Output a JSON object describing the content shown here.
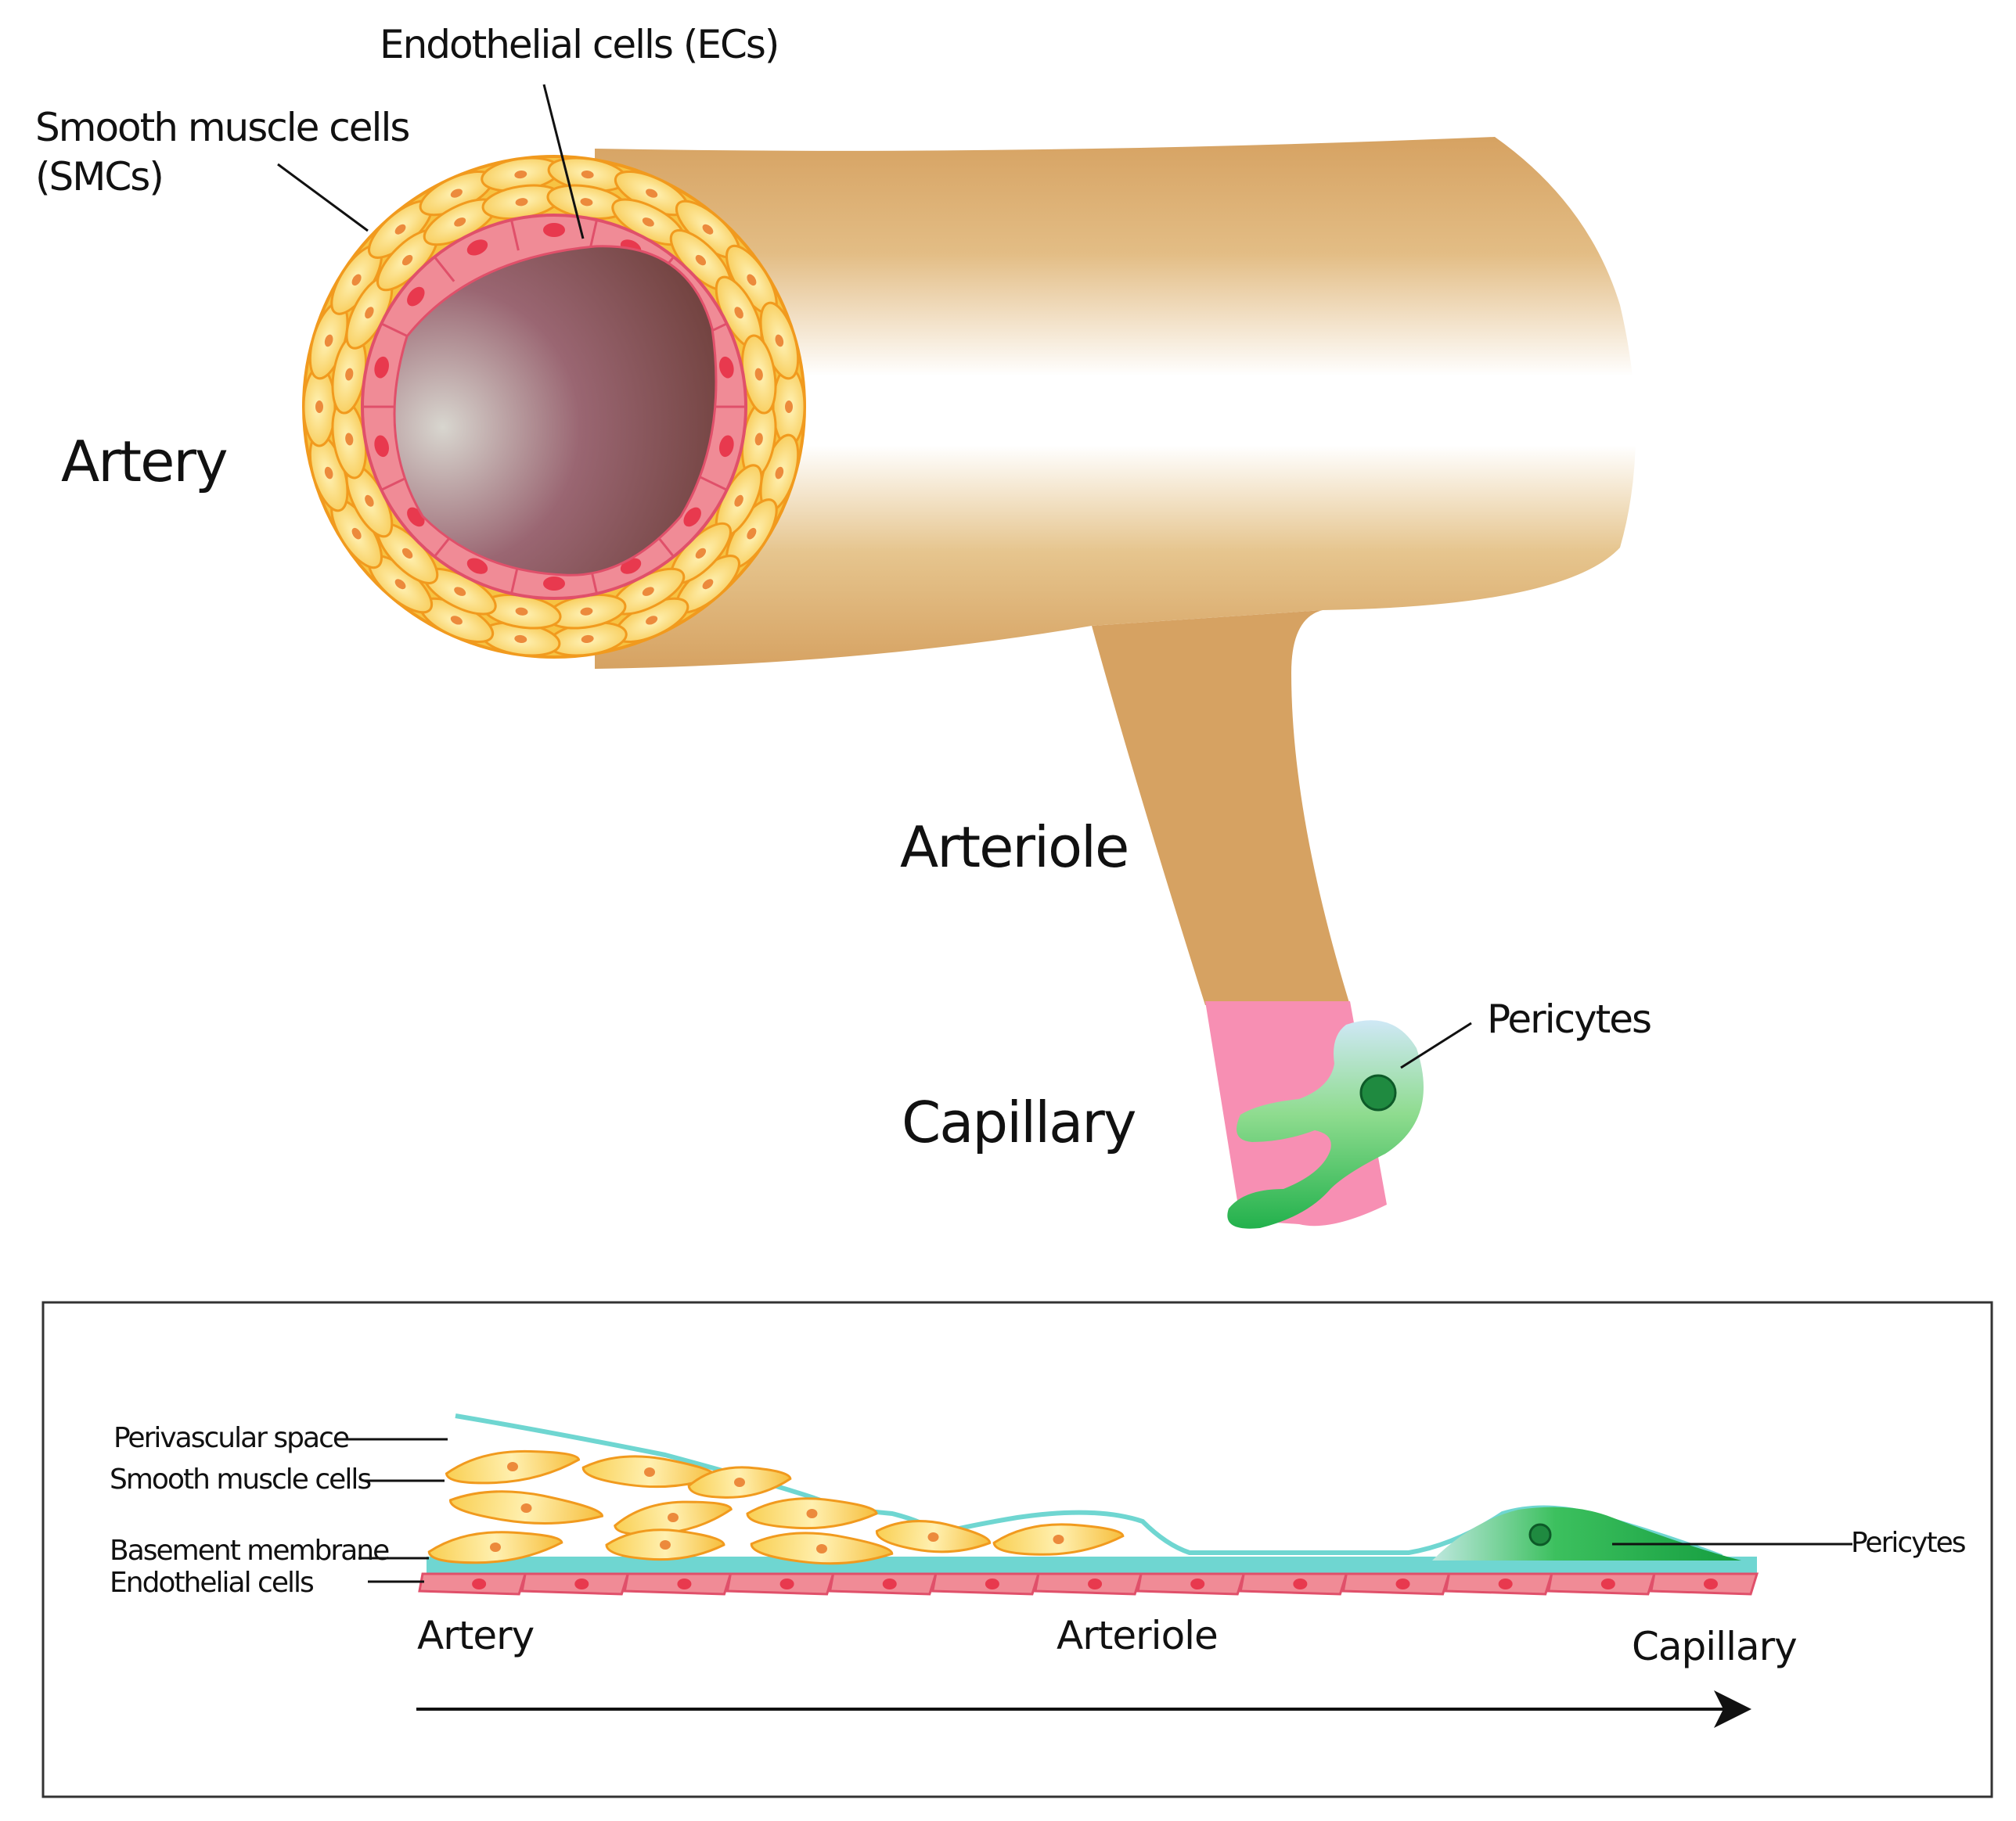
{
  "top_diagram": {
    "labels": {
      "endothelial_cells": "Endothelial cells (ECs)",
      "smc_line1": "Smooth muscle cells",
      "smc_line2": "(SMCs)",
      "artery": "Artery",
      "arteriole": "Arteriole",
      "capillary": "Capillary",
      "pericytes": "Pericytes"
    }
  },
  "bottom_panel": {
    "layer_labels": {
      "perivascular_space": "Perivascular space",
      "smooth_muscle_cells": "Smooth muscle cells",
      "basement_membrane": "Basement membrane",
      "endothelial_cells": "Endothelial cells",
      "pericytes": "Pericytes"
    },
    "axis_labels": {
      "artery": "Artery",
      "arteriole": "Arteriole",
      "capillary": "Capillary"
    }
  },
  "colors": {
    "vessel_tan": "#d6a262",
    "smc_yellow": "#f6c343",
    "smc_outline": "#f19a1e",
    "endothelial_pink": "#f08b96",
    "endothelial_outline": "#e0506a",
    "basement_cyan": "#6fd6d1",
    "pericyte_green": "#22b14c",
    "capillary_pink": "#f78fb3"
  }
}
